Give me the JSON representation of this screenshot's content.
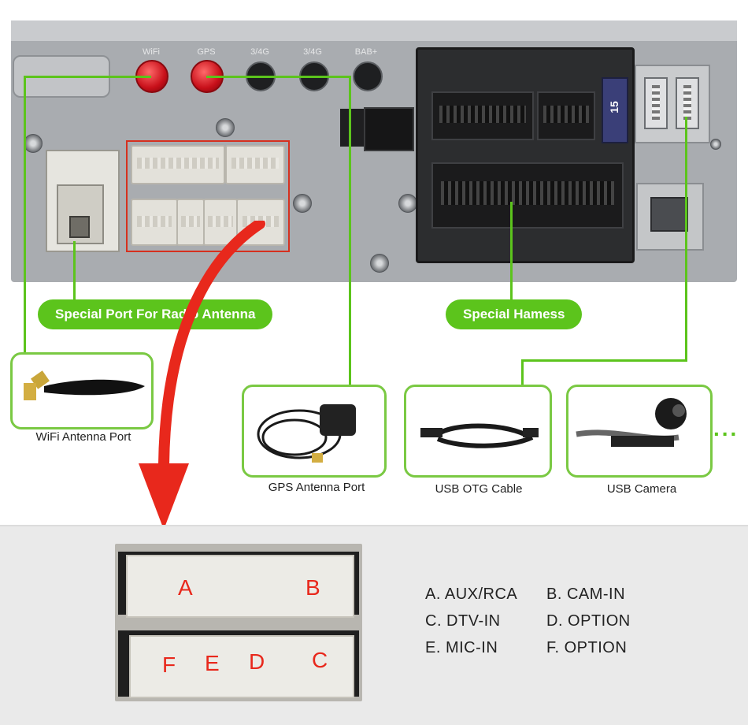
{
  "panel": {
    "port_labels": [
      "WiFi",
      "GPS",
      "3/4G",
      "3/4G",
      "BAB+"
    ],
    "fuse_label": "15"
  },
  "callouts": {
    "radio_antenna": "Special Port For Radio Antenna",
    "harness": "Special Hamess"
  },
  "accessories": {
    "wifi": "WiFi Antenna Port",
    "gps": "GPS Antenna Port",
    "usb_otg": "USB OTG Cable",
    "usb_camera": "USB Camera",
    "more": "..."
  },
  "connector_letters": {
    "a": "A",
    "b": "B",
    "c": "C",
    "d": "D",
    "e": "E",
    "f": "F"
  },
  "legend": [
    "A. AUX/RCA",
    "B. CAM-IN",
    "C. DTV-IN",
    "D. OPTION",
    "E. MIC-IN",
    "F. OPTION"
  ],
  "colors": {
    "callout_green": "#5cc41c",
    "arrow_red": "#e8281c",
    "antenna_red": "#c8101a"
  }
}
